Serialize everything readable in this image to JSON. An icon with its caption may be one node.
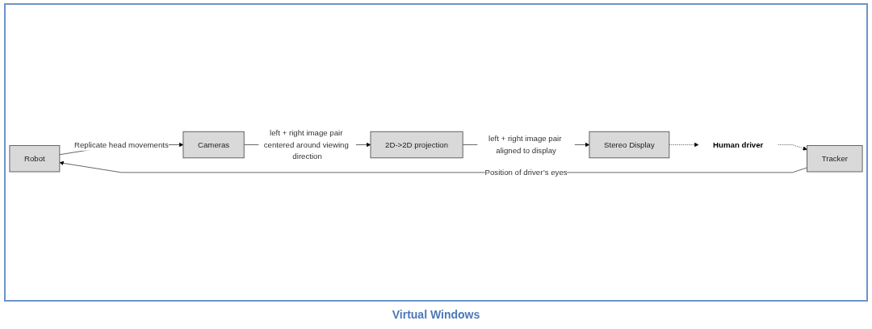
{
  "diagram": {
    "caption": "Virtual Windows",
    "nodes": [
      {
        "text": [
          "Robot"
        ]
      },
      {
        "text": [
          "Tracker"
        ]
      },
      {
        "text": [
          "Cameras"
        ]
      },
      {
        "text": [
          "2D->2D projection"
        ]
      },
      {
        "text": [
          "Stereo Display"
        ]
      },
      {
        "text": [
          "Human driver"
        ]
      }
    ],
    "edges": [
      {
        "from": 1,
        "to": 0,
        "arrow": "to",
        "label": "Position of driver’s eyes"
      },
      {
        "from": 0,
        "to": 2,
        "arrow": "to",
        "label": "Replicate head movements"
      },
      {
        "from": 2,
        "to": 3,
        "arrow": "to",
        "label": "left + right image pair centered around viewing direction"
      },
      {
        "from": 3,
        "to": 4,
        "arrow": "to",
        "label": "left + right image pair aligned to display"
      },
      {
        "from": 4,
        "to": 5,
        "arrow": "to",
        "style": "dashed"
      },
      {
        "from": 5,
        "to": 1,
        "arrow": "to",
        "style": "dashed"
      }
    ]
  }
}
